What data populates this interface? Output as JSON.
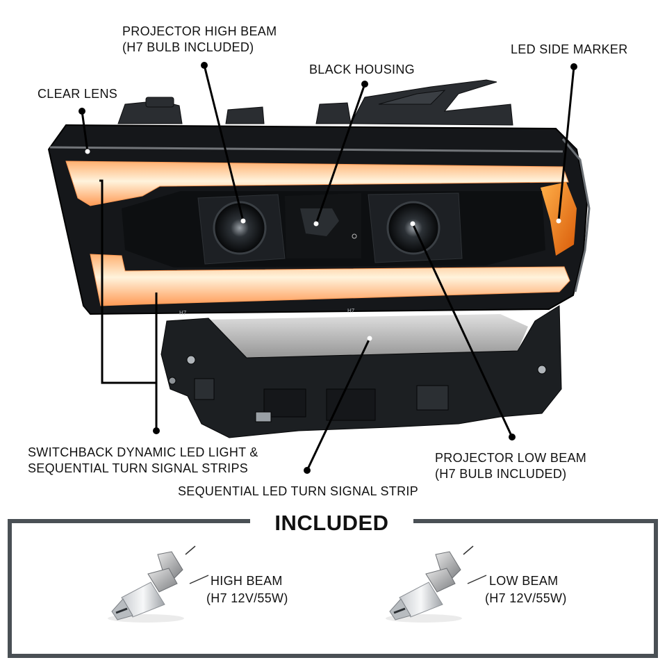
{
  "callouts": {
    "projector_high_beam": {
      "line1": "PROJECTOR HIGH BEAM",
      "line2": "(H7 BULB INCLUDED)"
    },
    "black_housing": "BLACK HOUSING",
    "led_side_marker": "LED SIDE MARKER",
    "clear_lens": "CLEAR LENS",
    "switchback": {
      "line1": "SWITCHBACK DYNAMIC LED LIGHT &",
      "line2": "SEQUENTIAL TURN SIGNAL STRIPS"
    },
    "projector_low_beam": {
      "line1": "PROJECTOR LOW BEAM",
      "line2": "(H7 BULB INCLUDED)"
    },
    "sequential_strip": "SEQUENTIAL LED TURN SIGNAL STRIP"
  },
  "product_marks": {
    "h7_left": "H7",
    "h7_center": "H7"
  },
  "included": {
    "title": "INCLUDED",
    "items": [
      {
        "line1": "HIGH BEAM",
        "line2": "(H7 12V/55W)"
      },
      {
        "line1": "LOW BEAM",
        "line2": "(H7 12V/55W)"
      }
    ]
  },
  "colors": {
    "frame": "#4a5055",
    "drl": "#ffd9a0",
    "amber": "#f08a1c",
    "housing": "#121416",
    "leader": "#000000"
  }
}
